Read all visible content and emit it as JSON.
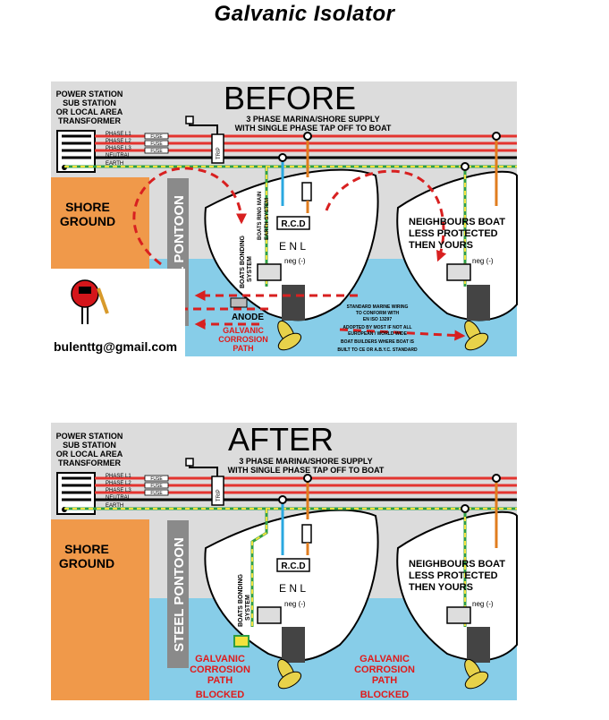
{
  "title": "Galvanic Isolator",
  "colors": {
    "panel_bg": "#dcdcdc",
    "water": "#87cde8",
    "shore": "#f0994a",
    "phase_line": "#e3342f",
    "earth_line": "#f2e23c",
    "neutral_line": "#2aa8e0",
    "orange_wire": "#e07d1f",
    "arrow": "#d82020",
    "blocked": "#e01b1b",
    "hull": "#ffffff"
  },
  "panels": [
    {
      "heading": "BEFORE",
      "power_station": [
        "POWER STATION",
        "SUB STATION",
        "OR LOCAL AREA",
        "TRANSFORMER"
      ],
      "phases": [
        "PHASE L1",
        "PHASE L2",
        "PHASE L3",
        "NEUTRAL",
        "EARTH"
      ],
      "fuse": "FUSE",
      "trip": "TRIP",
      "supply": [
        "3 PHASE MARINA/SHORE SUPPLY",
        "WITH SINGLE PHASE TAP OFF TO BOAT"
      ],
      "shore_ground": [
        "SHORE",
        "GROUND"
      ],
      "pontoon": "STEEL PONTOON",
      "rcd": "R.C.D",
      "enl": "E N  L",
      "ring_main": [
        "BOATS RING MAIN",
        "EARTH SYSTEM"
      ],
      "bonding": [
        "BOATS BONDING",
        "SYSTEM"
      ],
      "neg": "neg (-)",
      "anode": "ANODE",
      "neighbour": [
        "NEIGHBOURS BOAT",
        "LESS PROTECTED",
        "THEN  YOURS"
      ],
      "galvanic": [
        "GALVANIC",
        "CORROSION",
        "PATH"
      ],
      "standard": [
        "STANDARD MARINE WIRING",
        "TO CONFORM WITH",
        "EN ISO 13297",
        "ADOPTED BY MOST IF NOT ALL",
        "EUROPEAN / WORLD WIDE",
        "BOAT BUILDERS WHERE BOAT IS",
        "BUILT TO CE OR A.B.Y.C. STANDARD"
      ],
      "email": "bulenttg@gmail.com"
    },
    {
      "heading": "AFTER",
      "power_station": [
        "POWER STATION",
        "SUB STATION",
        "OR LOCAL AREA",
        "TRANSFORMER"
      ],
      "phases": [
        "PHASE L1",
        "PHASE L2",
        "PHASE L3",
        "NEUTRAL",
        "EARTH"
      ],
      "fuse": "FUSE",
      "trip": "TRIP",
      "supply": [
        "3 PHASE MARINA/SHORE SUPPLY",
        "WITH SINGLE PHASE TAP OFF TO BOAT"
      ],
      "shore_ground": [
        "SHORE",
        "GROUND"
      ],
      "pontoon": "STEEL PONTOON",
      "rcd": "R.C.D",
      "enl": "E N  L",
      "bonding": [
        "BOATS BONDING",
        "SYSTEM"
      ],
      "neg": "neg (-)",
      "neighbour": [
        "NEIGHBOURS BOAT",
        "LESS PROTECTED",
        "THEN  YOURS"
      ],
      "galvanic_left": [
        "GALVANIC",
        "CORROSION",
        "PATH"
      ],
      "blocked_left": "BLOCKED",
      "galvanic_right": [
        "GALVANIC",
        "CORROSION",
        "PATH"
      ],
      "blocked_right": "BLOCKED"
    }
  ]
}
